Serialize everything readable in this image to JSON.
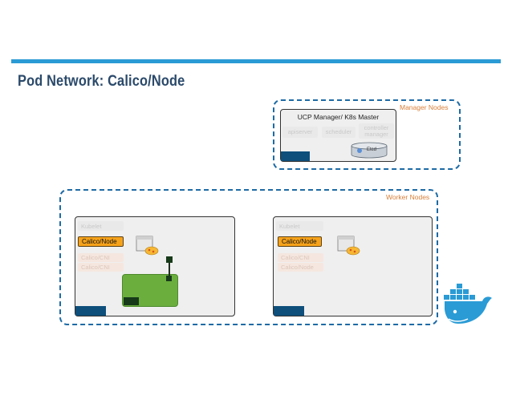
{
  "slide": {
    "title": "Pod Network: Calico/Node"
  },
  "manager": {
    "group_label": "Manager Nodes",
    "host_title": "UCP Manager/ K8s Master",
    "faded_components": [
      "apiserver",
      "scheduler",
      "controller manager"
    ],
    "etcd_label": "Etcd"
  },
  "workers": {
    "group_label": "Worker Nodes",
    "node1": {
      "kubelet": "Kubelet",
      "calico_node": "Calico/Node",
      "faded_components": [
        "Calico/CNI",
        "Calico/CNI"
      ]
    },
    "node2": {
      "kubelet": "Kubelet",
      "calico_node": "Calico/Node",
      "faded_components": [
        "Calico/CNI",
        "Calico/Node"
      ]
    }
  },
  "colors": {
    "accent_bar": "#2a9bd5",
    "title": "#2b4a6b",
    "dashed_border": "#1d6aa5",
    "group_label": "#d9803a",
    "host_bar": "#0e4f7b",
    "calico_node": "#f6a21a",
    "pod_network": "#6bae3e",
    "docker_whale": "#2a9bd5"
  },
  "icons": [
    "docker-whale-icon",
    "calico-cat-icon",
    "etcd-database-icon"
  ]
}
